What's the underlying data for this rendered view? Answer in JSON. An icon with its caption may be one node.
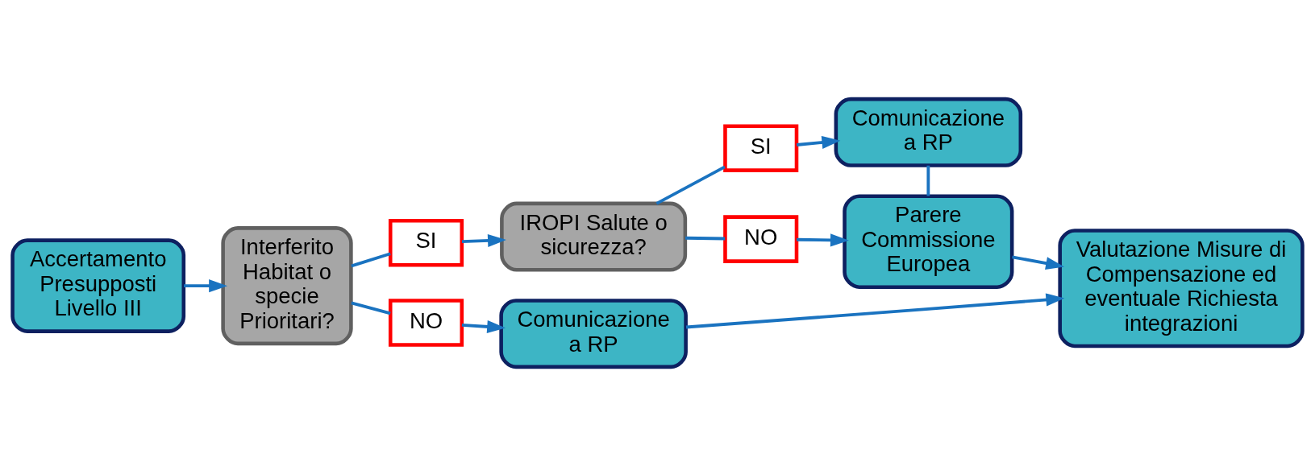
{
  "diagram": {
    "nodes": [
      {
        "text": [
          "Accertamento Presupposti Livello III"
        ]
      },
      {
        "text": [
          "Interferito Habitat o specie Prioritari?"
        ]
      },
      {
        "text": [
          "SI"
        ]
      },
      {
        "text": [
          "NO"
        ]
      },
      {
        "text": [
          "IROPI Salute o sicurezza?"
        ]
      },
      {
        "text": [
          "Comunicazione a RP"
        ]
      },
      {
        "text": [
          "SI"
        ]
      },
      {
        "text": [
          "NO"
        ]
      },
      {
        "text": [
          "Comunicazione a RP"
        ]
      },
      {
        "text": [
          "Parere Commissione Europea"
        ]
      },
      {
        "text": [
          "Valutazione Misure di Compensazione ed eventuale Richiesta integrazioni"
        ]
      }
    ],
    "edges": [
      {
        "from": 0,
        "to": 1,
        "arrow": "to"
      },
      {
        "from": 1,
        "to": 2,
        "arrow": "none"
      },
      {
        "from": 2,
        "to": 4,
        "arrow": "to"
      },
      {
        "from": 4,
        "to": 6,
        "arrow": "none"
      },
      {
        "from": 6,
        "to": 8,
        "arrow": "to"
      },
      {
        "from": 4,
        "to": 7,
        "arrow": "none"
      },
      {
        "from": 7,
        "to": 9,
        "arrow": "to"
      },
      {
        "from": 8,
        "to": 9,
        "arrow": "none"
      },
      {
        "from": 9,
        "to": 10,
        "arrow": "to"
      },
      {
        "from": 1,
        "to": 3,
        "arrow": "none"
      },
      {
        "from": 3,
        "to": 5,
        "arrow": "to"
      },
      {
        "from": 5,
        "to": 10,
        "arrow": "to"
      }
    ]
  }
}
